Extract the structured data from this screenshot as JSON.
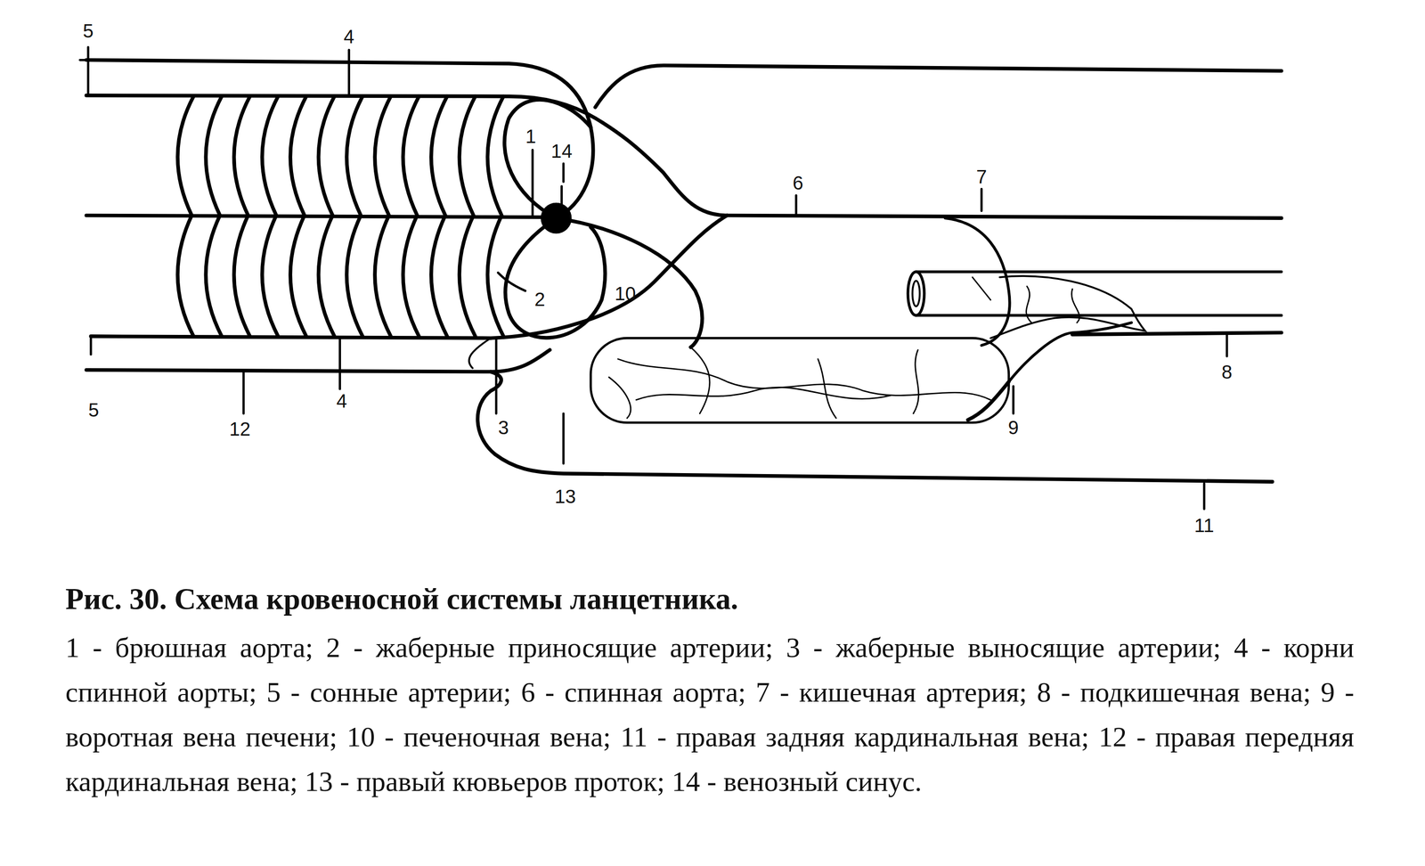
{
  "diagram": {
    "title": "Рис. 30. Схема кровеносной системы ланцетника.",
    "caption": "1 - брюшная аорта; 2 - жаберные приносящие артерии; 3 - жаберные выносящие артерии; 4 - корни спинной аорты; 5 - сонные артерии; 6 - спинная аорта; 7 - кишечная артерия; 8 - подкишечная вена; 9 - воротная вена печени; 10 - печеночная вена; 11 - правая задняя кардинальная вена; 12 - правая передняя кардинальная вена; 13 - правый кювьеров проток; 14 - венозный синус.",
    "labels": [
      "5",
      "4",
      "1",
      "14",
      "6",
      "7",
      "2",
      "10",
      "5",
      "4",
      "12",
      "3",
      "13",
      "9",
      "8",
      "11"
    ]
  }
}
